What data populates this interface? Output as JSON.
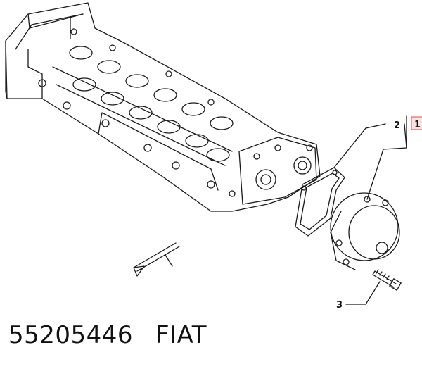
{
  "footer": {
    "part_number": "55205446",
    "brand": "FIAT"
  },
  "callouts": {
    "c1": "1",
    "c2": "2",
    "c3": "3"
  },
  "colors": {
    "line": "#1a1a1a",
    "highlight_box": "#d9534f",
    "highlight_fill": "#fbe3e3"
  }
}
